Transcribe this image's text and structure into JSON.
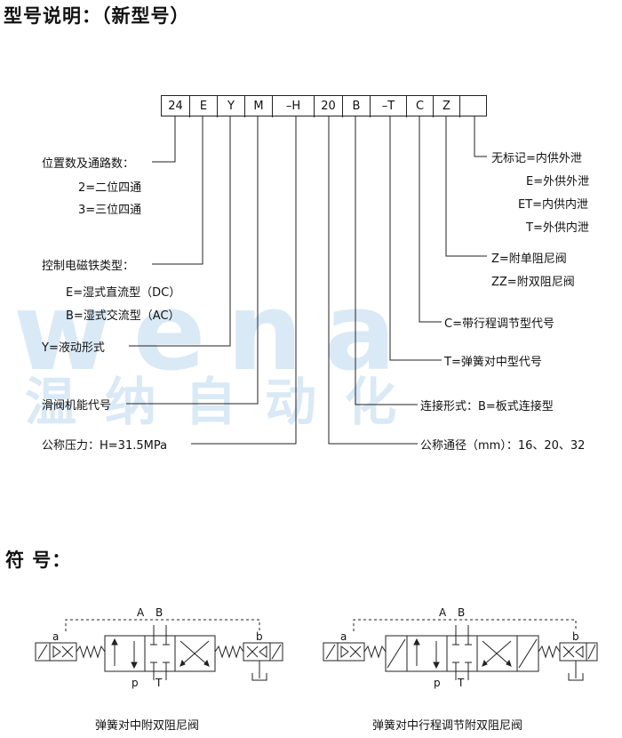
{
  "titles": {
    "model": "型号说明：（新型号）",
    "symbol": "符 号："
  },
  "watermark": {
    "latin": "wena",
    "chinese": "温纳自动化"
  },
  "code_boxes": [
    "24",
    "E",
    "Y",
    "M",
    "–H",
    "20",
    "B",
    "–T",
    "C",
    "Z",
    ""
  ],
  "left_labels": {
    "positions_title": "位置数及通路数：",
    "positions_2": "2=二位四通",
    "positions_3": "3=三位四通",
    "solenoid_title": "控制电磁铁类型：",
    "solenoid_e": "E=湿式直流型（DC）",
    "solenoid_b": "B=湿式交流型（AC）",
    "hydraulic": "Y=液动形式",
    "function": "滑阀机能代号",
    "pressure": "公称压力：H=31.5MPa"
  },
  "right_labels": {
    "drain_none": "无标记=内供外泄",
    "drain_e": "E=外供外泄",
    "drain_et": "ET=内供内泄",
    "drain_t": "T=外供内泄",
    "damper_z": "Z=附单阻尼阀",
    "damper_zz": "ZZ=附双阻尼阀",
    "stroke_c": "C=带行程调节型代号",
    "spring_t": "T=弹簧对中型代号",
    "connection": "连接形式：B=板式连接型",
    "diameter": "公称通径（mm）：16、20、32"
  },
  "symbols": [
    {
      "caption": "弹簧对中附双阻尼阀",
      "port_a": "A",
      "port_b": "B",
      "port_p": "p",
      "port_t": "T",
      "pilot_a": "a",
      "pilot_b": "b"
    },
    {
      "caption": "弹簧对中行程调节附双阻尼阀",
      "port_a": "A",
      "port_b": "B",
      "port_p": "p",
      "port_t": "T",
      "pilot_a": "a",
      "pilot_b": "b"
    }
  ]
}
